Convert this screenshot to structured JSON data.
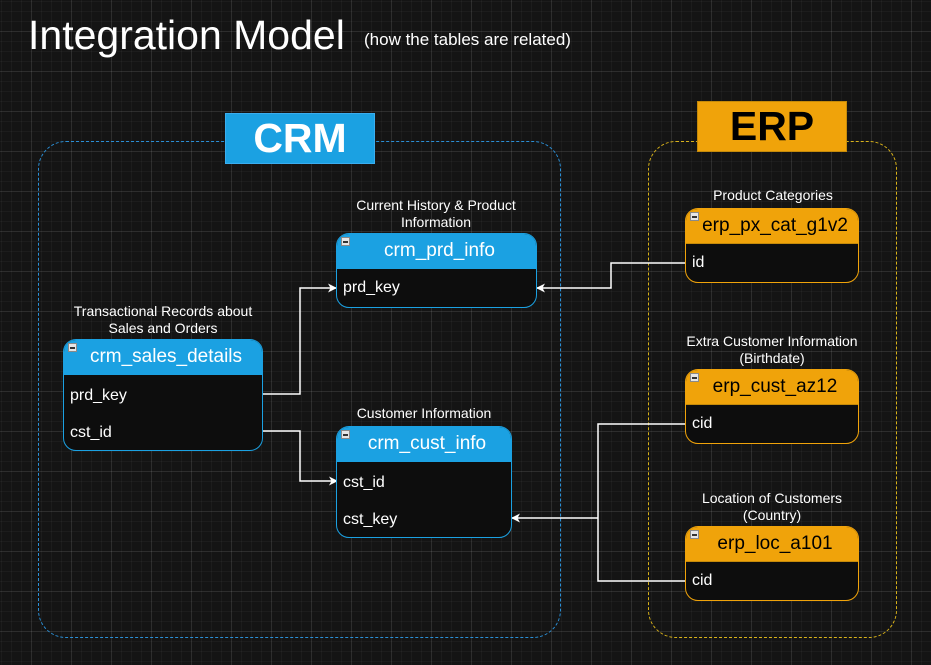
{
  "header": {
    "title": "Integration Model",
    "subtitle": "(how the tables are related)"
  },
  "groups": {
    "crm": {
      "label": "CRM",
      "color": "#1ba1e2"
    },
    "erp": {
      "label": "ERP",
      "color": "#f0a30a"
    }
  },
  "captions": {
    "sales": "Transactional Records about Sales and Orders",
    "prd": "Current History & Product Information",
    "cust": "Customer Information",
    "px_cat": "Product Categories",
    "erp_cust": "Extra Customer Information (Birthdate)",
    "loc": "Location of Customers (Country)"
  },
  "tables": {
    "sales_details": {
      "name": "crm_sales_details",
      "fields": [
        "prd_key",
        "cst_id"
      ]
    },
    "prd_info": {
      "name": "crm_prd_info",
      "fields": [
        "prd_key"
      ]
    },
    "cust_info": {
      "name": "crm_cust_info",
      "fields": [
        "cst_id",
        "cst_key"
      ]
    },
    "px_cat": {
      "name": "erp_px_cat_g1v2",
      "fields": [
        "id"
      ]
    },
    "erp_cust": {
      "name": "erp_cust_az12",
      "fields": [
        "cid"
      ]
    },
    "loc": {
      "name": "erp_loc_a101",
      "fields": [
        "cid"
      ]
    }
  }
}
